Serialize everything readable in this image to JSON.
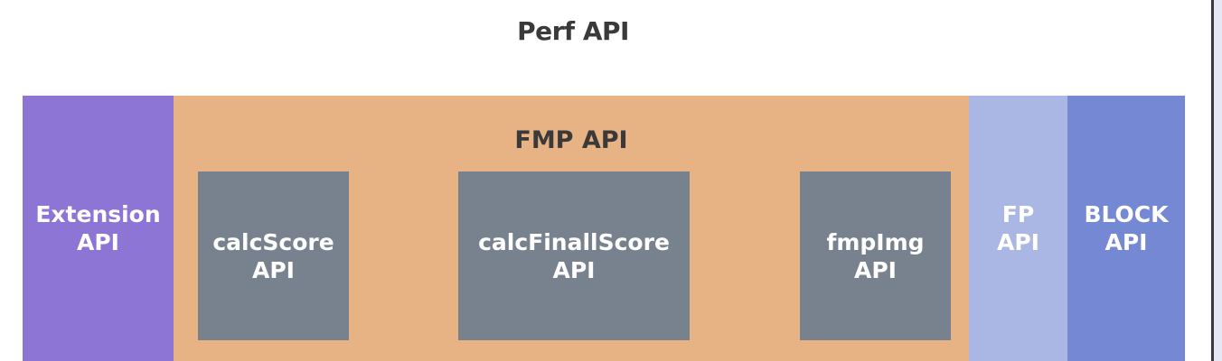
{
  "title": "Perf API",
  "colors": {
    "extension": "#8c75d4",
    "fmp": "#e8b384",
    "sub_api": "#78828f",
    "fp": "#aab6e3",
    "block": "#7488d4"
  },
  "blocks": {
    "extension": {
      "line1": "Extension",
      "line2": "API"
    },
    "fmp": {
      "title": "FMP API",
      "children": [
        {
          "line1": "calcScore",
          "line2": "API"
        },
        {
          "line1": "calcFinallScore",
          "line2": "API"
        },
        {
          "line1": "fmpImg",
          "line2": "API"
        }
      ]
    },
    "fp": {
      "line1": "FP",
      "line2": "API"
    },
    "block": {
      "line1": "BLOCK",
      "line2": "API"
    }
  }
}
